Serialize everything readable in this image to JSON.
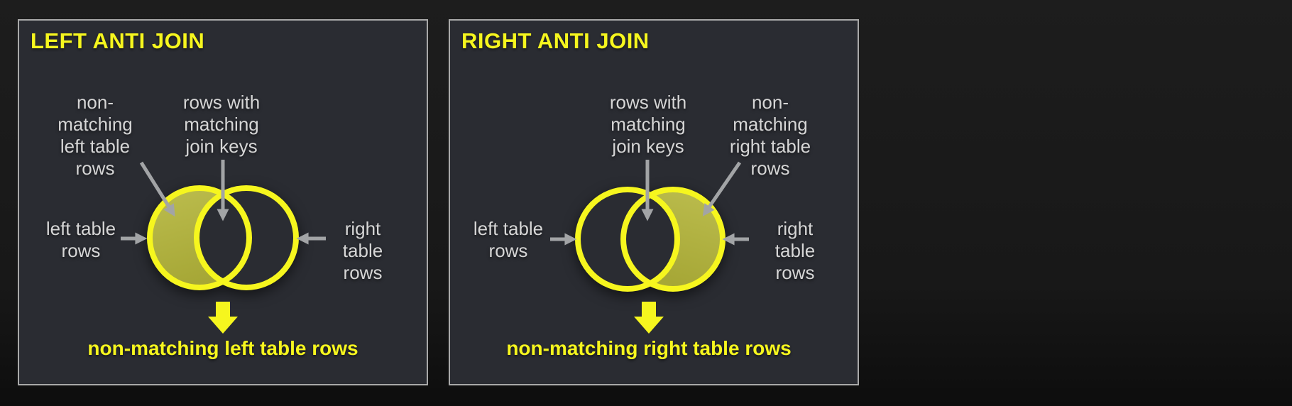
{
  "colors": {
    "page_bg": "#181818",
    "panel_bg": "#2a2c32",
    "panel_border": "#a9a9a9",
    "accent_yellow": "#f6f61e",
    "venn_fill_olive": "#b3b442",
    "label_gray": "#d6d6d6",
    "arrow_gray": "#a2a4a6"
  },
  "panels": [
    {
      "title": "LEFT ANTI JOIN",
      "filled_circle": "left",
      "labels": {
        "crescent": "non-\nmatching\nleft table\nrows",
        "intersection": "rows with\nmatching\njoin keys",
        "left_circle": "left table\nrows",
        "right_circle": "right table\nrows"
      },
      "caption": "non-matching left table rows"
    },
    {
      "title": "RIGHT ANTI JOIN",
      "filled_circle": "right",
      "labels": {
        "crescent": "non-\nmatching\nright table\nrows",
        "intersection": "rows with\nmatching\njoin keys",
        "left_circle": "left table\nrows",
        "right_circle": "right table\nrows"
      },
      "caption": "non-matching right table rows"
    }
  ]
}
